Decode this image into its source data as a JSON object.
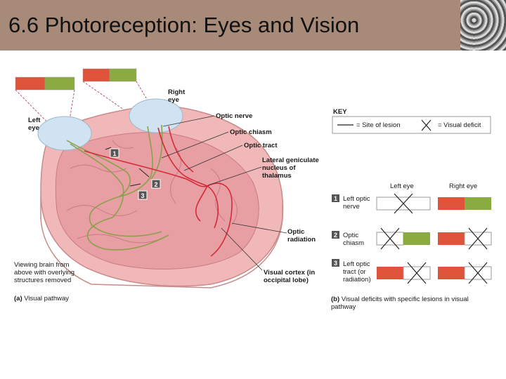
{
  "slide": {
    "title": "6.6 Photoreception: Eyes and Vision"
  },
  "colors": {
    "title_bar": "#a88a78",
    "red_field": "#e0533b",
    "green_field": "#8aab3f",
    "nerve_red": "#d42a3a",
    "nerve_green": "#8aa04a"
  },
  "labels": {
    "right_eye": "Right eye",
    "left_eye": "Left eye",
    "optic_nerve": "Optic nerve",
    "optic_chiasm": "Optic chiasm",
    "optic_tract": "Optic tract",
    "lgn": "Lateral geniculate nucleus of thalamus",
    "optic_radiation": "Optic radiation",
    "visual_cortex": "Visual cortex (in occipital lobe)",
    "viewing_note": "Viewing brain from above with overlying structures removed",
    "lesion_1": "1",
    "lesion_2": "2",
    "lesion_3": "3"
  },
  "caption_a": {
    "letter": "(a)",
    "text": "Visual pathway"
  },
  "key": {
    "title": "KEY",
    "site_of_lesion": "= Site of lesion",
    "visual_deficit": "= Visual deficit"
  },
  "deficit_table": {
    "col_left": "Left eye",
    "col_right": "Right eye",
    "rows": [
      {
        "num": "1",
        "label": "Left optic nerve"
      },
      {
        "num": "2",
        "label": "Optic chiasm"
      },
      {
        "num": "3",
        "label": "Left optic tract (or radiation)"
      }
    ]
  },
  "caption_b": {
    "letter": "(b)",
    "text": "Visual deficits with specific lesions in visual pathway"
  }
}
